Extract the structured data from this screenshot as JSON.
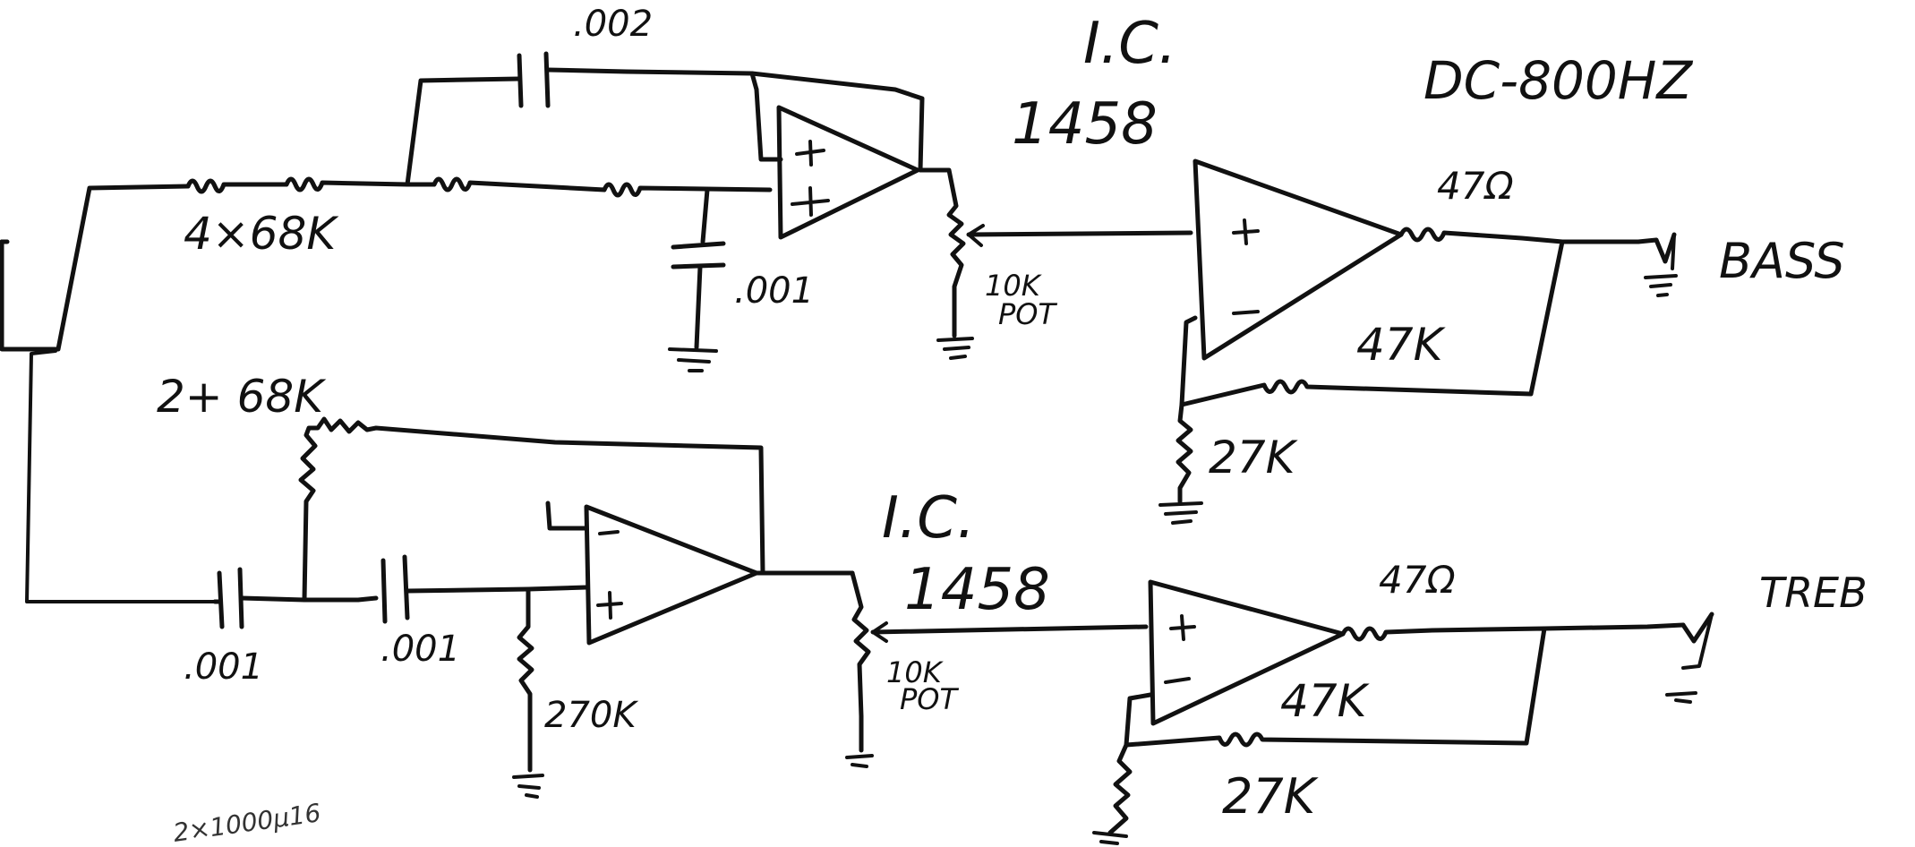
{
  "ink_color": "#111111",
  "top_filter": {
    "ic_label": "I.C.",
    "ic_part": "1458",
    "range_note": "DC-800HZ",
    "resistors_note": "4×68K",
    "feedback_cap": ".002",
    "ground_cap": ".001",
    "pot_label_1": "10K",
    "pot_label_2": "POT"
  },
  "top_amp": {
    "series_resistor": "47Ω",
    "feedback_resistor": "47K",
    "ground_resistor": "27K",
    "output_label": "BASS"
  },
  "bottom_filter": {
    "ic_label": "I.C.",
    "ic_part": "1458",
    "resistors_note": "2+ 68K",
    "cap_1": ".001",
    "cap_2": ".001",
    "ground_resistor": "270K",
    "pot_label_1": "10K",
    "pot_label_2": "POT"
  },
  "bottom_amp": {
    "series_resistor": "47Ω",
    "feedback_resistor": "47K",
    "ground_resistor": "27K",
    "output_label": "TREB"
  },
  "footer_note": "2×1000μ16"
}
